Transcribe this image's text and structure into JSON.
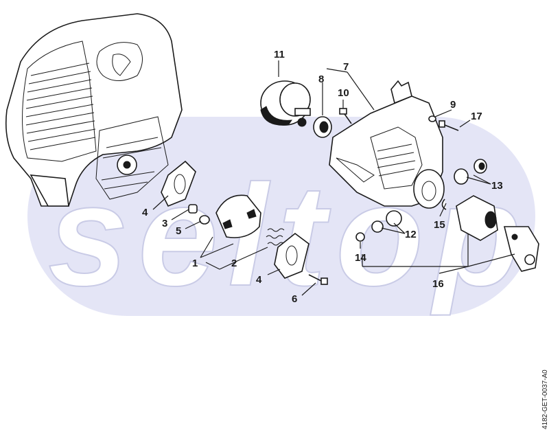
{
  "watermark": {
    "text": "seltop",
    "band_color": "#e4e5f6"
  },
  "drawing_code": "4182-GET-0037-A0",
  "callouts": [
    {
      "id": "1",
      "text": "1"
    },
    {
      "id": "2",
      "text": "2"
    },
    {
      "id": "3",
      "text": "3"
    },
    {
      "id": "4a",
      "text": "4"
    },
    {
      "id": "4b",
      "text": "4"
    },
    {
      "id": "5",
      "text": "5"
    },
    {
      "id": "6",
      "text": "6"
    },
    {
      "id": "7",
      "text": "7"
    },
    {
      "id": "8",
      "text": "8"
    },
    {
      "id": "9",
      "text": "9"
    },
    {
      "id": "10",
      "text": "10"
    },
    {
      "id": "11",
      "text": "11"
    },
    {
      "id": "12",
      "text": "12"
    },
    {
      "id": "13",
      "text": "13"
    },
    {
      "id": "14",
      "text": "14"
    },
    {
      "id": "15",
      "text": "15"
    },
    {
      "id": "16",
      "text": "16"
    },
    {
      "id": "17",
      "text": "17"
    }
  ]
}
